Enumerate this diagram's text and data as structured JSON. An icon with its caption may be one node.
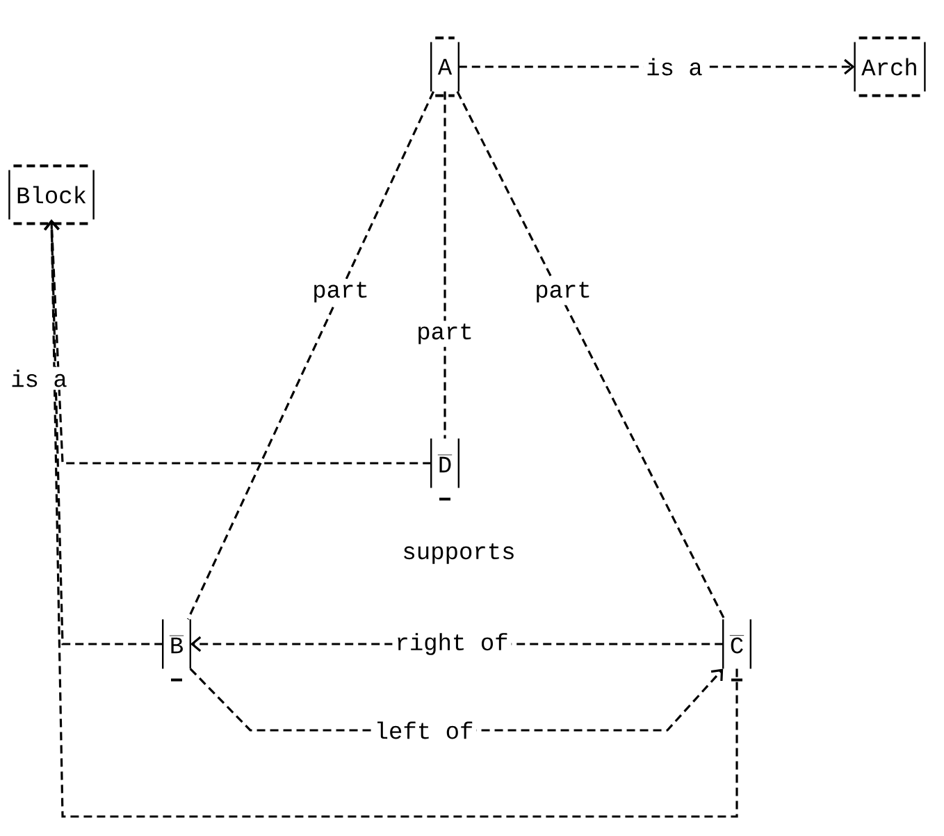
{
  "diagram": {
    "nodes": [
      {
        "text": [
          "A"
        ]
      },
      {
        "text": [
          "Arch"
        ]
      },
      {
        "text": [
          "Block"
        ]
      },
      {
        "text": [
          "D"
        ]
      },
      {
        "text": [
          "B"
        ]
      },
      {
        "text": [
          "C"
        ]
      }
    ],
    "edges": [
      {
        "from": 0,
        "to": 1,
        "arrow": "to",
        "label": "is a"
      },
      {
        "from": 0,
        "to": 4,
        "arrow": "none",
        "label": "part"
      },
      {
        "from": 0,
        "to": 3,
        "arrow": "none",
        "label": "part"
      },
      {
        "from": 0,
        "to": 5,
        "arrow": "none",
        "label": "part"
      },
      {
        "from": 3,
        "to": 2,
        "arrow": "to",
        "label": "is a"
      },
      {
        "from": 4,
        "to": 2,
        "arrow": "to"
      },
      {
        "from": 5,
        "to": 2,
        "arrow": "to"
      },
      {
        "from": 5,
        "to": 4,
        "arrow": "to",
        "label": "right of"
      },
      {
        "from": 4,
        "to": 5,
        "arrow": "to",
        "label": "left of"
      }
    ],
    "labels": [
      "supports"
    ]
  }
}
